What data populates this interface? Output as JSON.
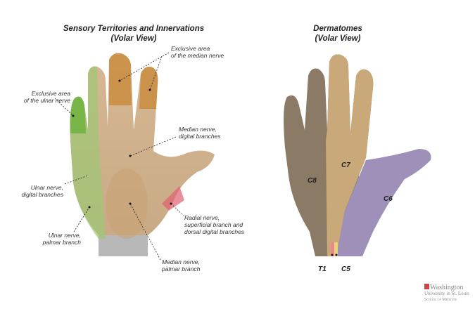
{
  "left_panel": {
    "title": "Sensory Territories and Innervations",
    "subtitle": "(Volar View)",
    "labels": {
      "ulnar_exclusive": [
        "Exclusive area",
        "of the ulnar nerve"
      ],
      "median_exclusive": [
        "Exclusive area",
        "of the median nerve"
      ],
      "median_digital": [
        "Median nerve,",
        "digital branches"
      ],
      "ulnar_digital": [
        "Ulnar nerve,",
        "digital branches"
      ],
      "ulnar_palmar": [
        "Ulnar nerve,",
        "palmar branch"
      ],
      "radial": [
        "Radial nerve,",
        "superficial branch and",
        "dorsal digital branches"
      ],
      "median_palmar": [
        "Median nerve,",
        "palmar branch"
      ]
    },
    "colors": {
      "ulnar": "#7fc04a",
      "median": "#c8893a",
      "radial": "#e06070",
      "skin": "#d9bfa0"
    }
  },
  "right_panel": {
    "title": "Dermatomes",
    "subtitle": "(Volar View)",
    "labels": {
      "c8": "C8",
      "c7": "C7",
      "c6": "C6",
      "t1": "T1",
      "c5": "C5"
    },
    "colors": {
      "c8": "#8a7a66",
      "c7": "#c9a879",
      "c6": "#9e90b8"
    }
  },
  "logo": {
    "name": "Washington",
    "line2": "University in St. Louis",
    "line3": "School of Medicine"
  }
}
